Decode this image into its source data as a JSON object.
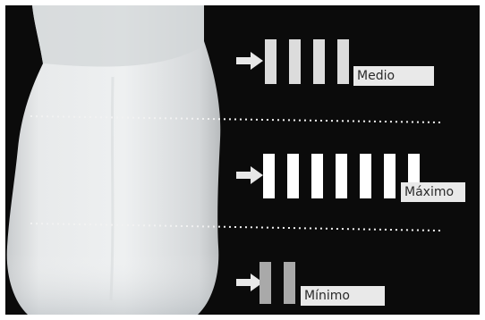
{
  "figure": {
    "background_color": "#0b0b0b",
    "tooth_color": "#e6e8e9",
    "divider_color": "#f2f2f2",
    "arrow_color": "#e8e8e8",
    "zones": [
      {
        "id": "cervical",
        "label": "Medio",
        "bar_count": 4,
        "bar_color": "#dcdcdc"
      },
      {
        "id": "middle",
        "label": "Máximo",
        "bar_count": 7,
        "bar_color": "#ffffff"
      },
      {
        "id": "incisal",
        "label": "Mínimo",
        "bar_count": 2,
        "bar_color": "#a9a9a9"
      }
    ]
  }
}
